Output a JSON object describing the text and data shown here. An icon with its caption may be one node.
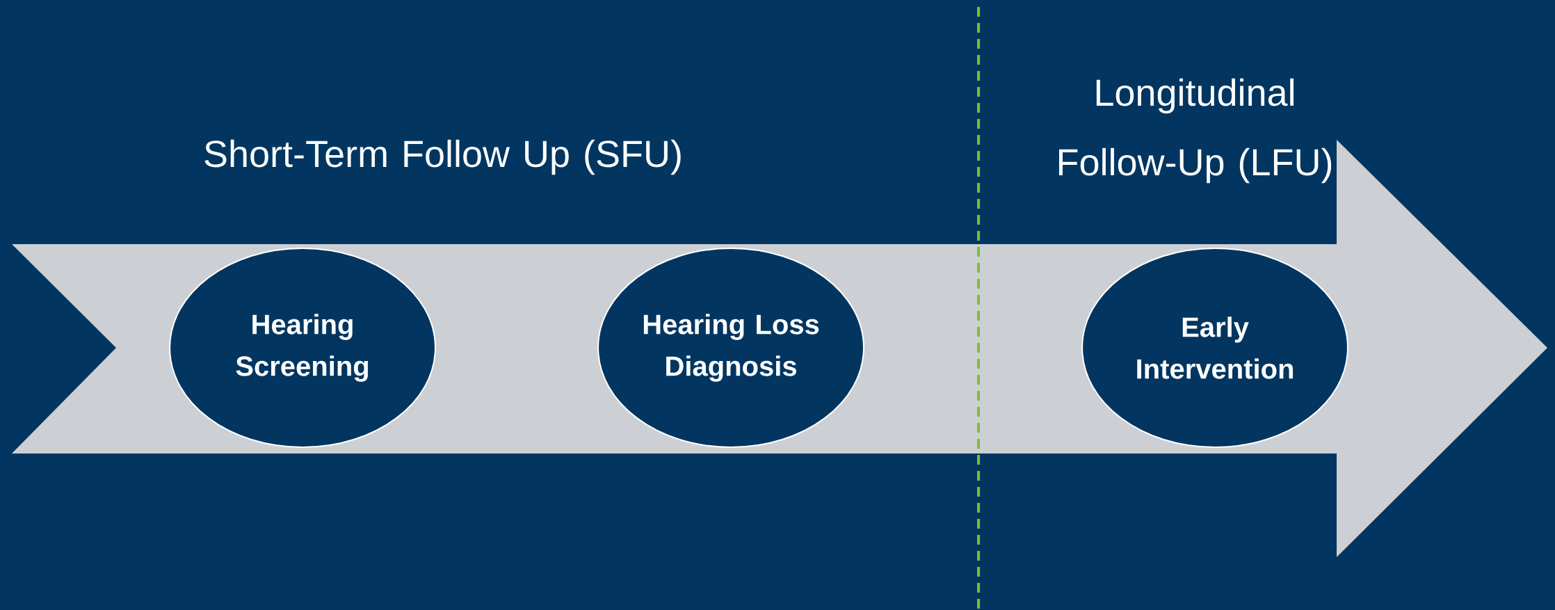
{
  "diagram": {
    "nodes": [
      {
        "text": [
          "Hearing Screening"
        ]
      },
      {
        "text": [
          "Hearing Loss Diagnosis"
        ]
      },
      {
        "text": [
          "Early Intervention"
        ]
      }
    ],
    "labels": [
      "Short-Term Follow Up (SFU)",
      "Longitudinal Follow-Up (LFU)"
    ]
  }
}
